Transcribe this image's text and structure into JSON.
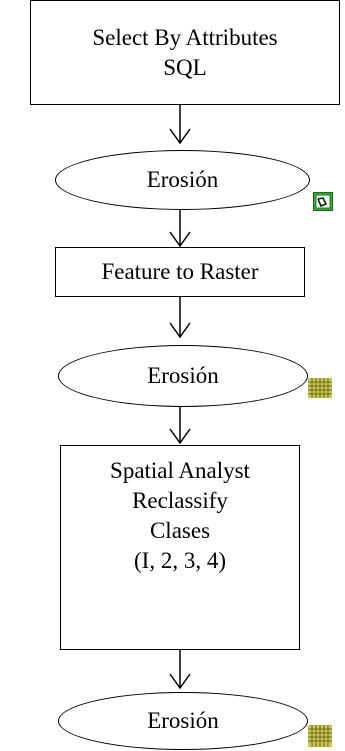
{
  "steps": {
    "select": {
      "lines": [
        "Select By Attributes",
        "SQL"
      ]
    },
    "erosion1": {
      "label": "Erosión",
      "icon": "shapefile-icon"
    },
    "feature_to_raster": {
      "label": "Feature to Raster"
    },
    "erosion2": {
      "label": "Erosión",
      "icon": "raster-grid-icon"
    },
    "reclassify": {
      "lines": [
        "Spatial Analyst",
        "Reclassify",
        "Clases",
        "(I, 2, 3, 4)"
      ]
    },
    "erosion3": {
      "label": "Erosión",
      "icon": "raster-grid-icon"
    }
  },
  "colors": {
    "shapefile_icon_bg": "#3aa83a",
    "raster_icon_fill": "#c8c850",
    "raster_icon_line": "#6a6a20"
  }
}
